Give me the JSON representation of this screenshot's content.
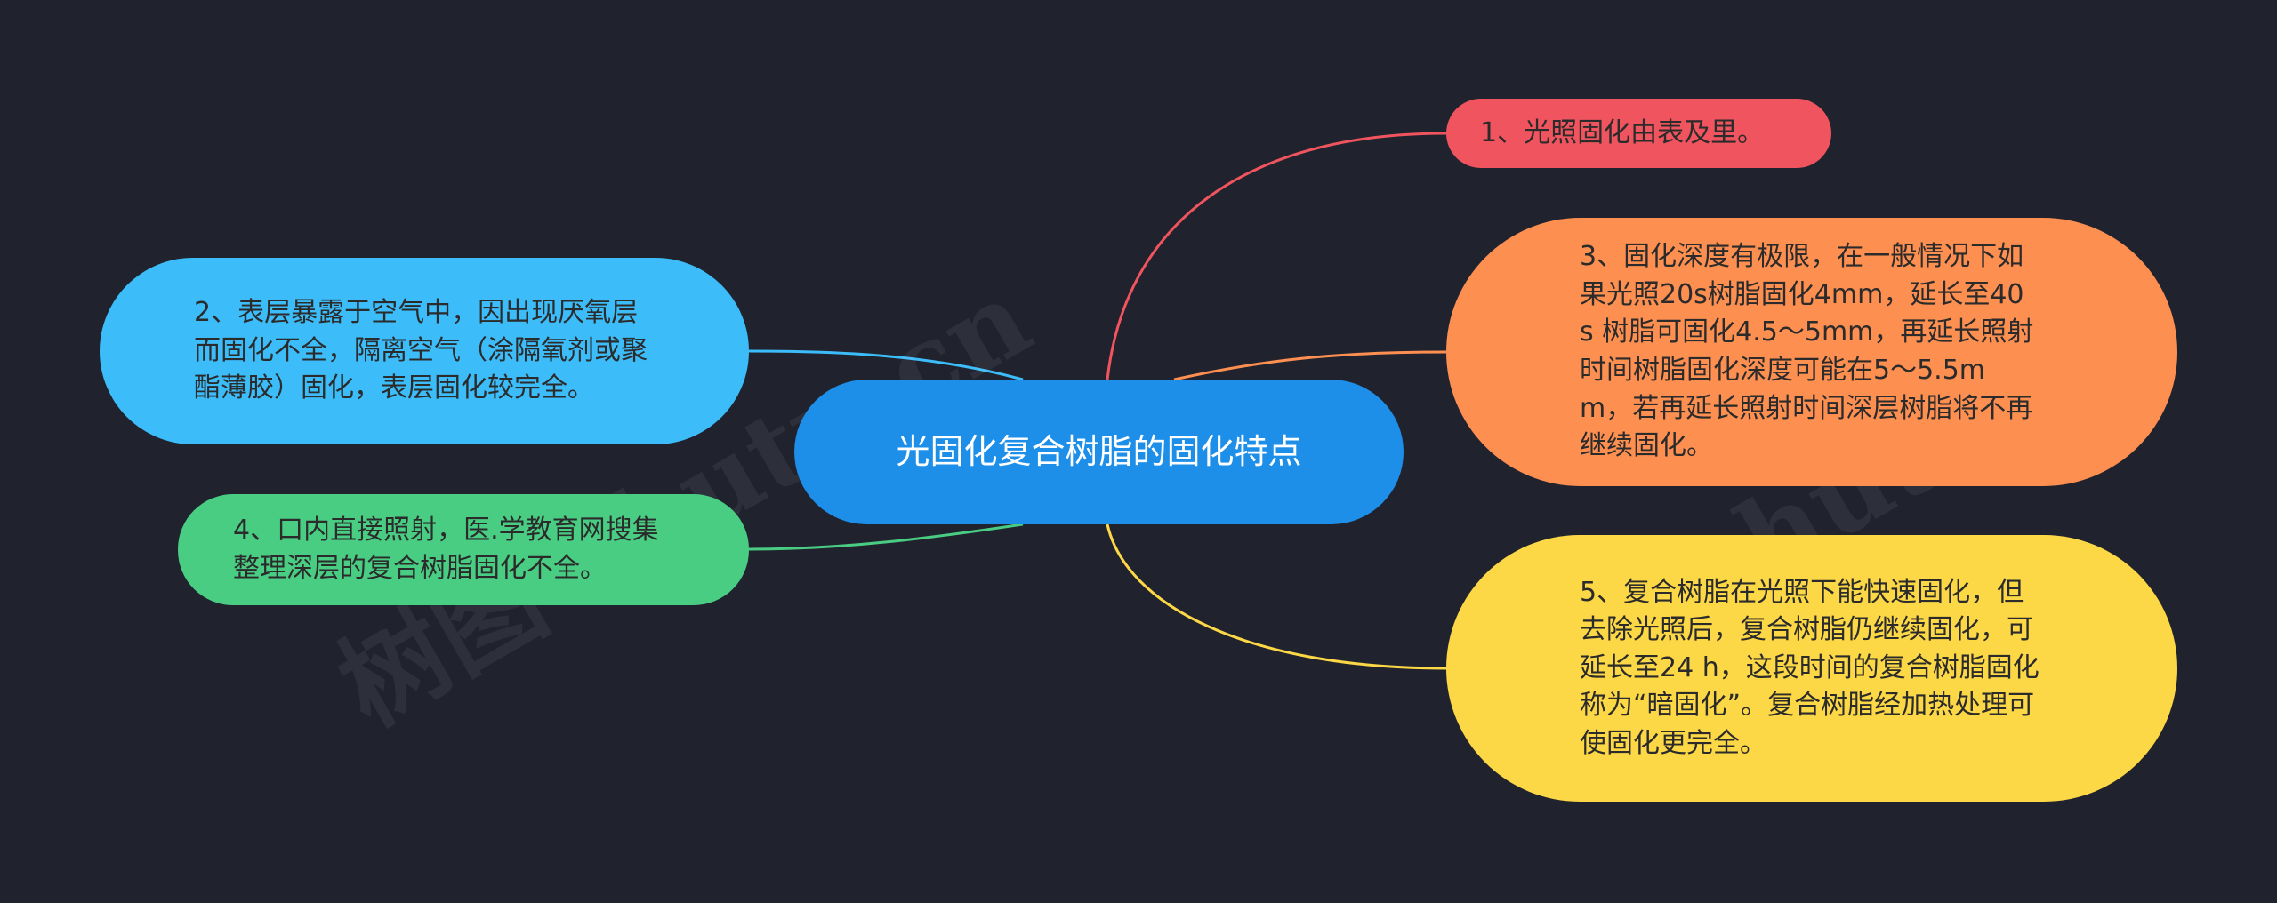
{
  "central_topic": "光固化复合树脂的固化特点",
  "nodes": {
    "n1": "1、光照固化由表及里。",
    "n2": "2、表层暴露于空气中，因出现厌氧层而固化不全，隔离空气（涂隔氧剂或聚酯薄胶）固化，表层固化较完全。",
    "n3": "3、固化深度有极限，在一般情况下如果光照20s树脂固化4mm，延长至40s 树脂可固化4.5～5mm，再延长照射时间树脂固化深度可能在5～5.5mm，若再延长照射时间深层树脂将不再继续固化。",
    "n4": "4、口内直接照射，医.学教育网搜集整理深层的复合树脂固化不全。",
    "n5": "5、复合树脂在光照下能快速固化，但去除光照后，复合树脂仍继续固化，可延长至24 h，这段时间的复合树脂固化称为“暗固化”。复合树脂经加热处理可使固化更完全。"
  },
  "watermarks": [
    "树图 shutu.cn",
    "树图 shutu.cn"
  ],
  "colors": {
    "background": "#20232e",
    "central": "#1e8fe9",
    "n1": "#f0545e",
    "n2": "#3cbcf8",
    "n3": "#fd8f51",
    "n4": "#49cd83",
    "n5": "#fcd746"
  }
}
